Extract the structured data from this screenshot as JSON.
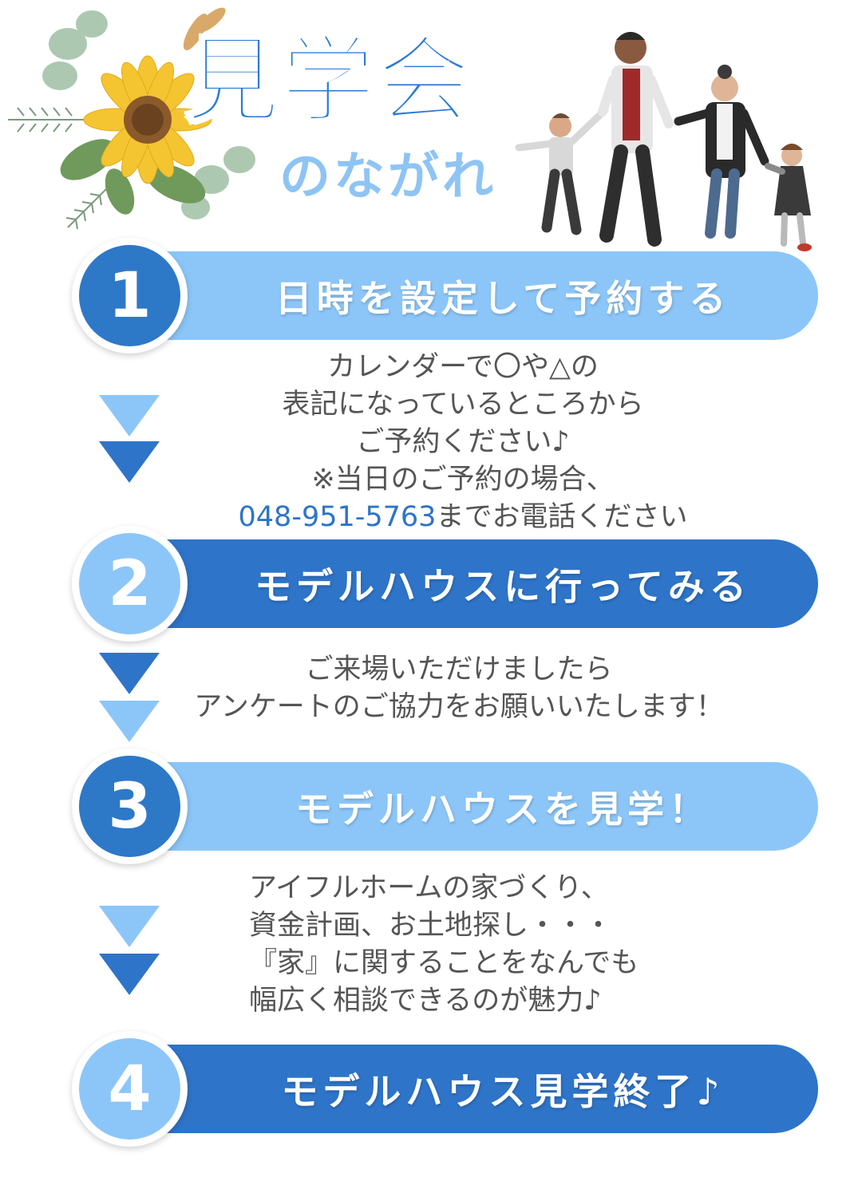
{
  "header": {
    "title": "見学会",
    "subtitle": "のながれ"
  },
  "steps": [
    {
      "number": "1",
      "label": "日時を設定して予約する"
    },
    {
      "number": "2",
      "label": "モデルハウスに行ってみる"
    },
    {
      "number": "3",
      "label": "モデルハウスを見学！"
    },
    {
      "number": "4",
      "label": "モデルハウス見学終了♪"
    }
  ],
  "descriptions": {
    "step1": {
      "lines": [
        "カレンダーで〇や△の",
        "表記になっているところから",
        "ご予約ください♪",
        "※当日のご予約の場合、"
      ],
      "phone": "048-951-5763",
      "phone_suffix": "までお電話ください"
    },
    "step2": {
      "lines": [
        "ご来場いただけましたら",
        "アンケートのご協力をお願いいたします！"
      ]
    },
    "step3": {
      "lines": [
        "アイフルホームの家づくり、",
        "資金計画、お土地探し・・・",
        "『家』に関することをなんでも",
        "幅広く相談できるのが魅力♪"
      ]
    }
  },
  "colors": {
    "light_blue": "#8cc6f8",
    "dark_blue": "#2e74c8",
    "text_gray": "#555555"
  },
  "icons": {
    "flower": "sunflower-bouquet-illustration",
    "family": "walking-family-illustration"
  }
}
